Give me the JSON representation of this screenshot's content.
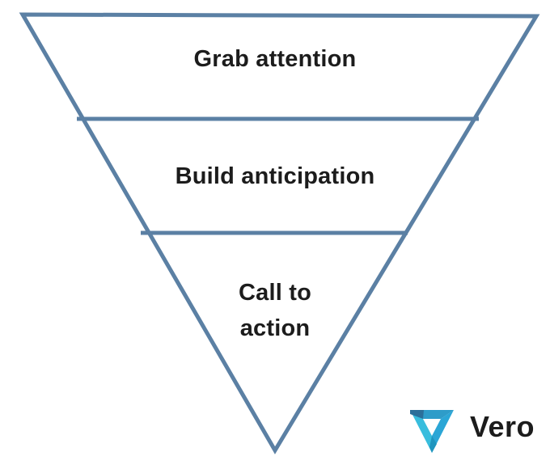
{
  "funnel": {
    "type": "inverted-funnel",
    "stroke_color": "#5B80A4",
    "text_color": "#1C1C1C",
    "stages": [
      {
        "label": "Grab attention"
      },
      {
        "label": "Build anticipation"
      },
      {
        "label": "Call to action"
      }
    ]
  },
  "logo": {
    "text": "Vero",
    "icon": "vero-inverted-triangle-icon",
    "colors": {
      "top_bar": "#2E9CC9",
      "corner_dark": "#2B6F9A",
      "left_limb": "#38BDDD",
      "right_limb": "#2BA6D6",
      "apex_fold": "#1F95BE",
      "text": "#1C1C1C"
    }
  }
}
